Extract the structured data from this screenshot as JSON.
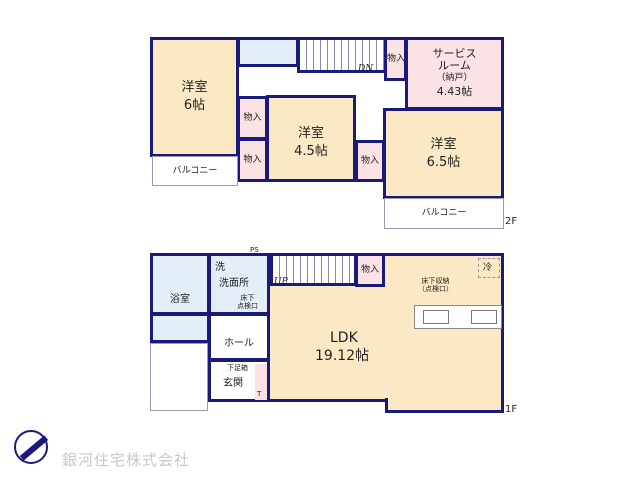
{
  "floor2": {
    "label": "2F",
    "rooms": {
      "western6": {
        "name": "洋室",
        "size": "6帖"
      },
      "western45": {
        "name": "洋室",
        "size": "4.5帖"
      },
      "western65": {
        "name": "洋室",
        "size": "6.5帖"
      },
      "service": {
        "name": "サービス\nルーム",
        "sub": "（納戸）",
        "size": "4.43帖"
      },
      "storage": "物入",
      "balcony": "バルコニー",
      "stairs_dir": "DN"
    }
  },
  "floor1": {
    "label": "1F",
    "rooms": {
      "ldk": {
        "name": "LDK",
        "size": "19.12帖"
      },
      "bath": "浴室",
      "washroom": "洗面所",
      "washer": "洗",
      "hall": "ホール",
      "entrance": "玄関",
      "shoe": "下足箱",
      "t": "T",
      "storage": "物入",
      "fridge": "冷",
      "ps": "PS",
      "underfloor_wash": "床下\n点検口",
      "underfloor_ldk": "床下収納\n（点検口）",
      "stairs_dir": "UP"
    }
  },
  "company": "銀河住宅株式会社",
  "colors": {
    "wall": "#1a1a7a",
    "western": "#fbe8c4",
    "storage": "#fbe2e4",
    "wet": "#e3eef8"
  }
}
